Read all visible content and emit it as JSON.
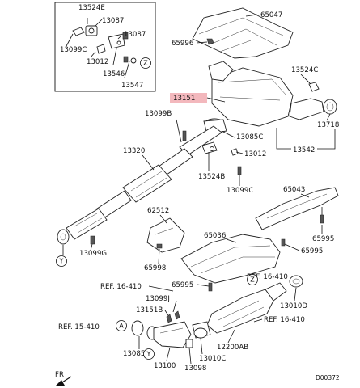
{
  "labels": {
    "p13524E": "13524E",
    "p13087a": "13087",
    "p13087b": "13087",
    "p13099Ca": "13099C",
    "p13012a": "13012",
    "p13546": "13546",
    "p13547": "13547",
    "calloutZ": "Z",
    "p65047": "65047",
    "p65996": "65996",
    "p13524C": "13524C",
    "p13151": "13151",
    "p13099B": "13099B",
    "p13085C": "13085C",
    "p13718": "13718",
    "p13542": "13542",
    "p13012b": "13012",
    "p13320": "13320",
    "p13524B": "13524B",
    "p13099Cb": "13099C",
    "p65043": "65043",
    "p62512": "62512",
    "p65036": "65036",
    "p65995a": "65995",
    "p65995b": "65995",
    "p13099G": "13099G",
    "calloutY": "Y",
    "p65998": "65998",
    "ref1": "REF. 16-410",
    "p65995c": "65995",
    "calloutZ2": "Z",
    "p13099J": "13099J",
    "p13010D": "13010D",
    "p13151B": "13151B",
    "ref2": "REF. 16-410",
    "ref3": "REF. 15-410",
    "calloutA": "A",
    "p13085E": "13085E",
    "p13010C": "13010C",
    "p12200AB": "12200AB",
    "p13100": "13100",
    "p13098": "13098",
    "calloutY2": "Y",
    "fr": "FR",
    "diagramId": "D00372"
  }
}
